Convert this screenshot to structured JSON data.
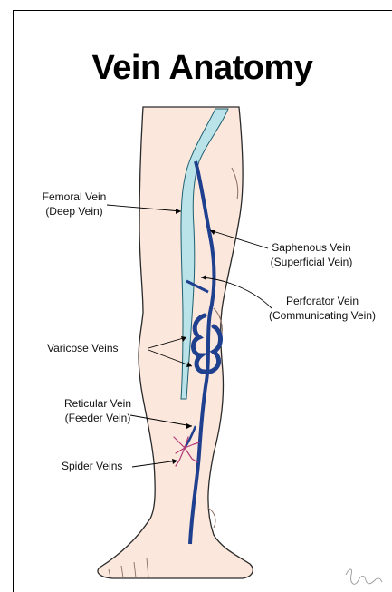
{
  "title": "Vein Anatomy",
  "labels": {
    "femoral": {
      "line1": "Femoral Vein",
      "line2": "(Deep Vein)"
    },
    "saphenous": {
      "line1": "Saphenous Vein",
      "line2": "(Superficial Vein)"
    },
    "perforator": {
      "line1": "Perforator Vein",
      "line2": "(Communicating Vein)"
    },
    "varicose": {
      "line1": "Varicose Veins"
    },
    "reticular": {
      "line1": "Reticular Vein",
      "line2": "(Feeder Vein)"
    },
    "spider": {
      "line1": "Spider Veins"
    }
  },
  "signature": "artist signature",
  "colors": {
    "skin": "#fbe7dc",
    "skin_outline": "#2a2a2a",
    "deep_vein": "#b9e3e8",
    "deep_vein_outline": "#1d5f70",
    "superficial_vein": "#1f3f8f",
    "spider_veins": "#b23a78"
  }
}
